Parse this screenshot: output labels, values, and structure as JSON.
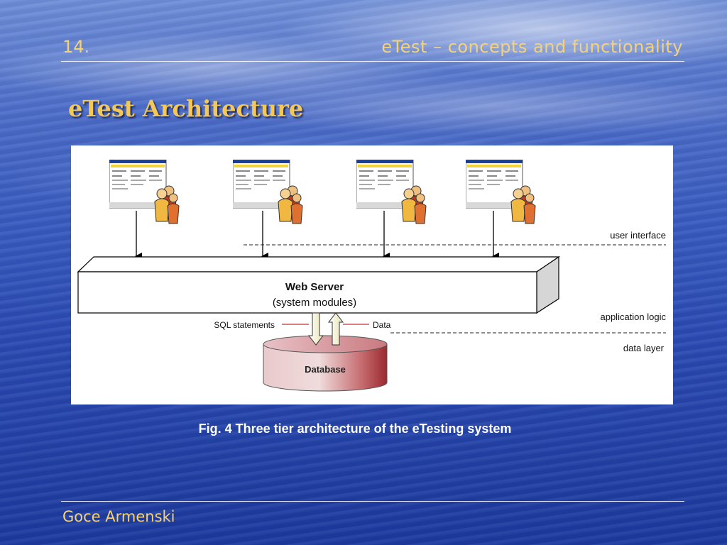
{
  "header": {
    "slide_number": "14.",
    "title": "eTest – concepts and functionality"
  },
  "slide_title": "eTest Architecture",
  "diagram": {
    "clients": [
      {
        "icon": "browser-window-icon",
        "users_icon": "users-icon"
      },
      {
        "icon": "browser-window-icon",
        "users_icon": "users-icon"
      },
      {
        "icon": "browser-window-icon",
        "users_icon": "users-icon"
      },
      {
        "icon": "browser-window-icon",
        "users_icon": "users-icon"
      }
    ],
    "web_server": {
      "title": "Web Server",
      "subtitle": "(system modules)"
    },
    "database_label": "Database",
    "sql_label": "SQL statements",
    "data_label": "Data",
    "layers": {
      "user_interface": "user interface",
      "application_logic": "application logic",
      "data_layer": "data layer"
    }
  },
  "caption": "Fig. 4  Three tier architecture of the eTesting system",
  "footer": {
    "author": "Goce Armenski"
  },
  "colors": {
    "accent_text": "#f3d27a",
    "title_text": "#f3c85a",
    "database_red": "#a82a2a",
    "browser_blue": "#1c3f9a",
    "browser_yellow": "#f3d23a"
  }
}
